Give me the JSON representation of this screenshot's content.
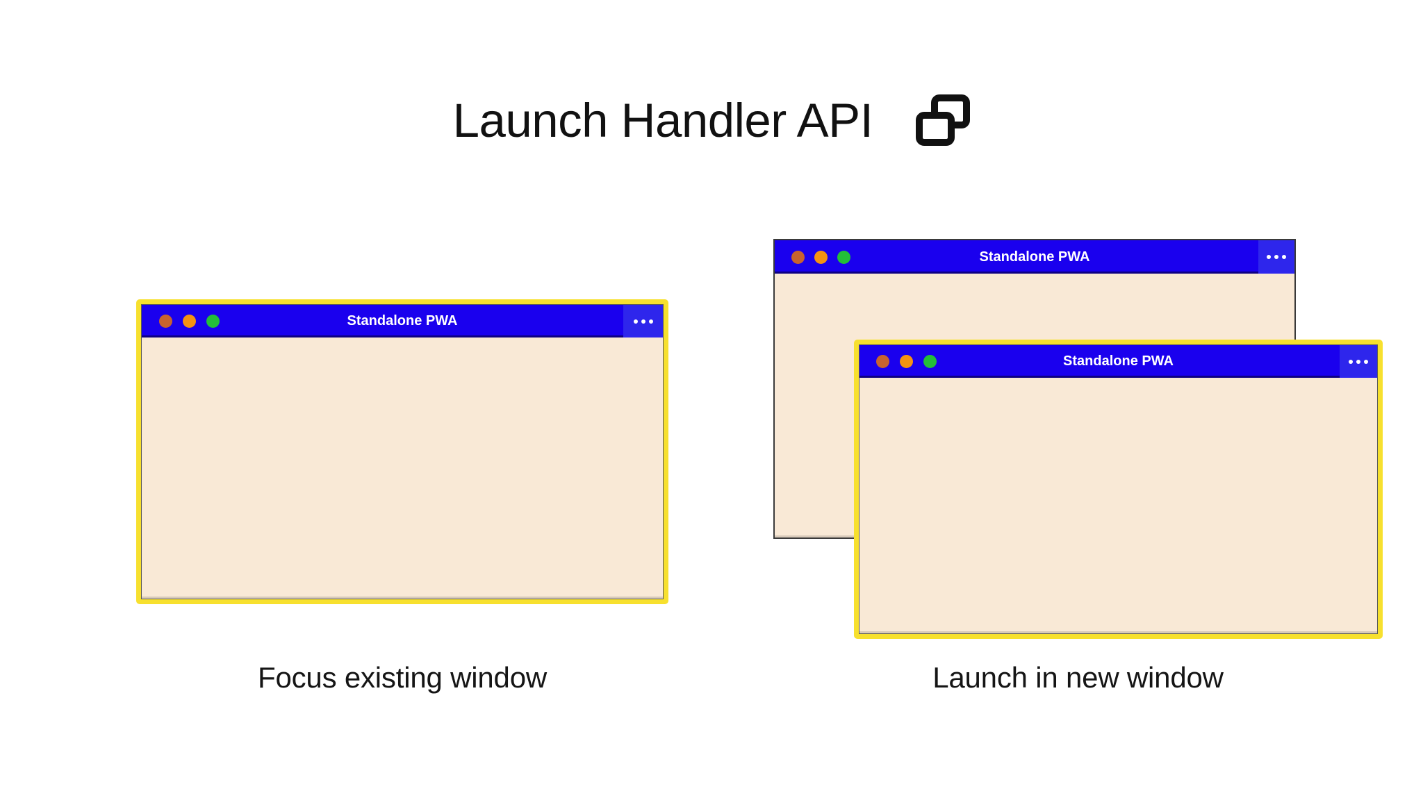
{
  "header": {
    "title": "Launch Handler API",
    "icon": "multiple-windows-icon"
  },
  "colors": {
    "page_background": "#ffffff",
    "titlebar_blue": "#1a00ee",
    "menu_button_blue": "#2e26ec",
    "window_body_cream": "#f9e9d6",
    "highlight_yellow": "#f7e02e",
    "plain_border_gray": "#3a3a3a",
    "dot_close": "#c8632f",
    "dot_minimize": "#f59212",
    "dot_maximize": "#23bf38",
    "title_text": "#ffffff",
    "caption_text": "#151515"
  },
  "scenes": [
    {
      "id": "focus-existing",
      "caption": "Focus existing window",
      "windows": [
        {
          "id": "window-focus",
          "title": "Standalone PWA",
          "menu_label": "•••",
          "highlighted": true,
          "traffic_lights": [
            "close",
            "minimize",
            "maximize"
          ]
        }
      ]
    },
    {
      "id": "launch-new",
      "caption": "Launch in new window",
      "windows": [
        {
          "id": "window-background",
          "title": "Standalone PWA",
          "menu_label": "•••",
          "highlighted": false,
          "traffic_lights": [
            "close",
            "minimize",
            "maximize"
          ]
        },
        {
          "id": "window-new",
          "title": "Standalone PWA",
          "menu_label": "•••",
          "highlighted": true,
          "traffic_lights": [
            "close",
            "minimize",
            "maximize"
          ]
        }
      ]
    }
  ]
}
